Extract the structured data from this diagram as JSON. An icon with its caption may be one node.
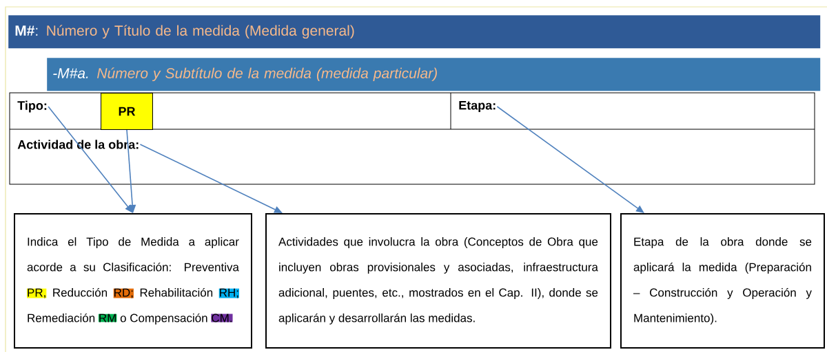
{
  "diagram": {
    "nodes": [
      {
        "text": [
          "**M#**:",
          "Número y Título de la medida (Medida general)"
        ]
      },
      {
        "text": [
          "-M#a.",
          "Número y Subtítulo de la medida (medida particular)"
        ]
      },
      {
        "text": [
          "Tipo:"
        ]
      },
      {
        "text": [
          "PR"
        ]
      },
      {
        "text": [
          "Etapa:"
        ]
      },
      {
        "text": [
          "Actividad de la obra:"
        ]
      },
      {
        "text": [
          "Indica el Tipo de Medida a aplicar acorde a su Clasificación: Preventiva",
          "PR,",
          "Reducción",
          "RD;",
          "Rehabilitación",
          "RH;",
          "Remediación",
          "RM",
          "o Compensación",
          "CM."
        ]
      },
      {
        "text": [
          "Actividades que involucra la obra (Conceptos de Obra que incluyen obras provisionales y asociadas, infraestructura adicional, puentes, etc., mostrados en el Cap. II), donde se aplicarán y desarrollarán las medidas."
        ]
      },
      {
        "text": [
          "Etapa de la obra donde se aplicará la medida (Preparación – Construcción y Operación y Mantenimiento)."
        ]
      }
    ],
    "edges": [
      {
        "from": 2,
        "to": 6,
        "arrow": "to"
      },
      {
        "from": 3,
        "to": 6,
        "arrow": "to"
      },
      {
        "from": 5,
        "to": 7,
        "arrow": "to"
      },
      {
        "from": 4,
        "to": 8,
        "arrow": "to"
      }
    ]
  }
}
